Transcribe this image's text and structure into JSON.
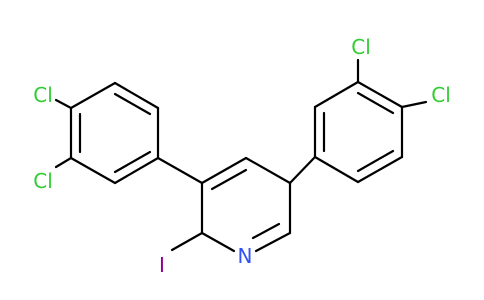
{
  "molecule": {
    "atoms": {
      "cl_left_top": {
        "label": "Cl",
        "color": "#33cc33"
      },
      "cl_left_bottom": {
        "label": "Cl",
        "color": "#33cc33"
      },
      "cl_right_top": {
        "label": "Cl",
        "color": "#33cc33"
      },
      "cl_right_side": {
        "label": "Cl",
        "color": "#33cc33"
      },
      "iodine": {
        "label": "I",
        "color": "#940094"
      },
      "nitrogen": {
        "label": "N",
        "color": "#3050f8"
      }
    },
    "bond_color": "#000000",
    "background_color": "#ffffff"
  }
}
